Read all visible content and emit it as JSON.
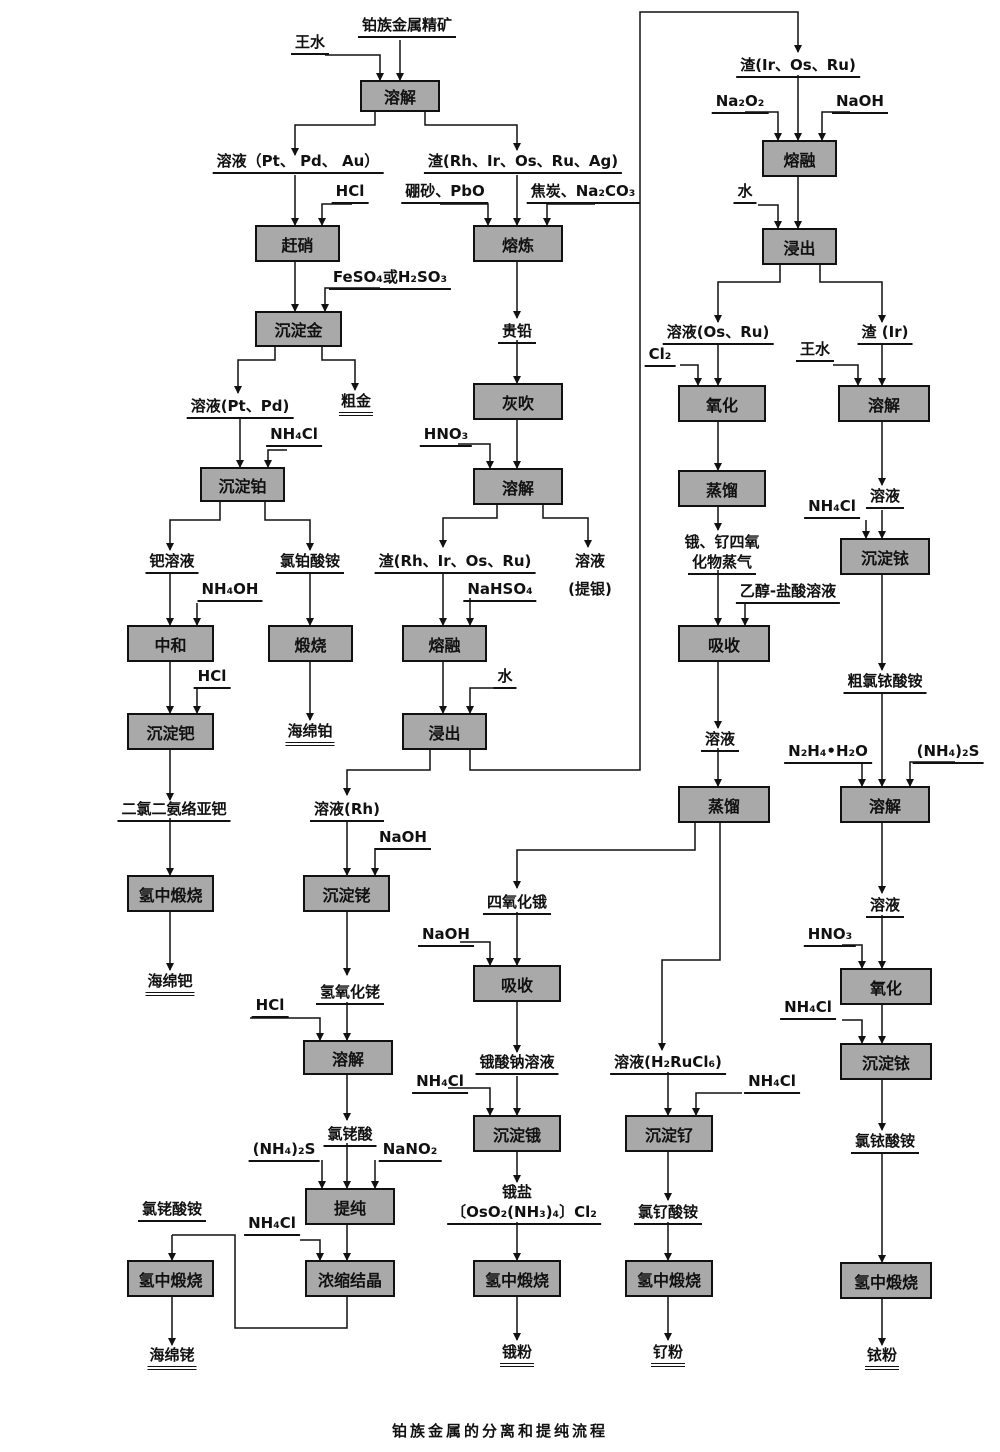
{
  "diagram": {
    "caption": "铂族金属的分离和提纯流程",
    "nodes": {
      "dissolve1": "溶解",
      "denitrate": "赶硝",
      "smelt": "熔炼",
      "precip_au": "沉淀金",
      "cupel": "灰吹",
      "precip_pt": "沉淀铂",
      "dissolve2": "溶解",
      "neutralize": "中和",
      "calcine_pt": "煅烧",
      "fuse1": "熔融",
      "precip_pd": "沉淀钯",
      "leach1": "浸出",
      "h2_calcine_pd": "氢中煅烧",
      "precip_rh": "沉淀铑",
      "dissolve_rh": "溶解",
      "purify": "提纯",
      "h2_calcine_rh": "氢中煅烧",
      "crystallize": "浓缩结晶",
      "fuse2": "熔融",
      "leach2": "浸出",
      "oxidize1": "氧化",
      "dissolve_ir": "溶解",
      "distill1": "蒸馏",
      "precip_ir1": "沉淀铱",
      "absorb1": "吸收",
      "distill2": "蒸馏",
      "dissolve_ir2": "溶解",
      "absorb2": "吸收",
      "oxidize2": "氧化",
      "precip_ir2": "沉淀铱",
      "precip_os": "沉淀锇",
      "precip_ru": "沉淀钌",
      "h2_calcine_os": "氢中煅烧",
      "h2_calcine_ru": "氢中煅烧",
      "h2_calcine_ir": "氢中煅烧"
    },
    "labels": {
      "feed": "铂族金属精矿",
      "aqua_regia": "王水",
      "sol_pt_pd_au": "溶液（Pt、 Pd、 Au）",
      "res_rh_ir_os_ru_ag": "渣(Rh、Ir、Os、Ru、Ag)",
      "hcl_1": "HCl",
      "borax_pbo": "硼砂、PbO",
      "coke_na2co3": "焦炭、Na₂CO₃",
      "feso4_h2so3": "FeSO₄或H₂SO₃",
      "precious_lead": "贵铅",
      "sol_pt_pd": "溶液(Pt、Pd)",
      "crude_au": "粗金",
      "nh4cl_1": "NH₄Cl",
      "hno3_1": "HNO₃",
      "pd_solution": "钯溶液",
      "ammonium_chloroplatinate": "氯铂酸铵",
      "res_rh_ir_os_ru": "渣(Rh、Ir、Os、Ru)",
      "solution_ag": "溶液",
      "extract_ag": "(提银)",
      "nh4oh": "NH₄OH",
      "nahso4": "NaHSO₄",
      "hcl_2": "HCl",
      "water_1": "水",
      "sponge_pt": "海绵铂",
      "pd_complex": "二氯二氨络亚钯",
      "sol_rh": "溶液(Rh)",
      "naoh_1": "NaOH",
      "sponge_pd": "海绵钯",
      "rh_hydroxide": "氢氧化铑",
      "hcl_3": "HCl",
      "chlororhodic_acid": "氯铑酸",
      "nh4_2s_1": "(NH₄)₂S",
      "nano2": "NaNO₂",
      "ammonium_chlororhodate": "氯铑酸铵",
      "nh4cl_2": "NH₄Cl",
      "sponge_rh": "海绵铑",
      "res_ir_os_ru": "渣(Ir、Os、Ru)",
      "na2o2": "Na₂O₂",
      "naoh_2": "NaOH",
      "water_2": "水",
      "sol_os_ru": "溶液(Os、Ru)",
      "res_ir": "渣 (Ir)",
      "cl2": "Cl₂",
      "aqua_regia_2": "王水",
      "os_ru_tetroxide_1": "锇、钌四氧",
      "os_ru_tetroxide_2": "化物蒸气",
      "nh4cl_3": "NH₄Cl",
      "solution_ir": "溶液",
      "ethanol_hcl": "乙醇-盐酸溶液",
      "crude_ammonium_chloroiridate": "粗氯铱酸铵",
      "solution_abs": "溶液",
      "n2h4_h2o": "N₂H₄•H₂O",
      "nh4_2s_2": "(NH₄)₂S",
      "osmium_tetroxide": "四氧化锇",
      "solution_ir2": "溶液",
      "naoh_3": "NaOH",
      "hno3_2": "HNO₃",
      "nh4cl_4": "NH₄Cl",
      "sodium_osmate": "锇酸钠溶液",
      "sol_h2rucl6": "溶液(H₂RuCl₆)",
      "nh4cl_5": "NH₄Cl",
      "nh4cl_6": "NH₄Cl",
      "ammonium_chloroiridate": "氯铱酸铵",
      "osmium_salt": "锇盐",
      "osmium_salt_formula": "〔OsO₂(NH₃)₄〕Cl₂",
      "ammonium_chlororuthenate": "氯钌酸铵",
      "os_powder": "锇粉",
      "ru_powder": "钌粉",
      "ir_powder": "铱粉"
    }
  }
}
